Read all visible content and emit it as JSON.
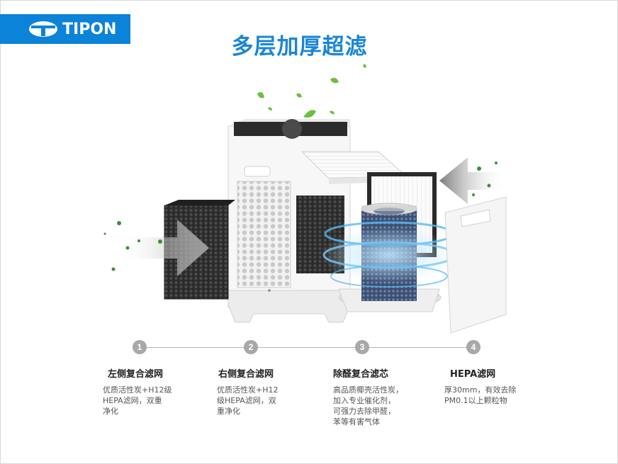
{
  "brand": {
    "name": "TIPON",
    "color": "#0a83d8"
  },
  "headline": "多层加厚超滤",
  "accent_color": "#1a86d6",
  "steps": [
    {
      "number": "1",
      "title": "左侧复合滤网",
      "lines": [
        "优质活性炭+H12级",
        "HEPA滤网，双重",
        "净化"
      ]
    },
    {
      "number": "2",
      "title": "右侧复合滤网",
      "lines": [
        "优质活性炭+H12",
        "级HEPA滤网，双",
        "重净化"
      ]
    },
    {
      "number": "3",
      "title": "除醛复合滤芯",
      "lines": [
        "高品质椰壳活性炭，",
        "加入专业催化剂，",
        "可强力去除甲醛，",
        "苯等有害气体"
      ]
    },
    {
      "number": "4",
      "title": "HEPA滤网",
      "lines": [
        "厚30mm，有效去除",
        "PM0.1以上颗粒物"
      ]
    }
  ]
}
